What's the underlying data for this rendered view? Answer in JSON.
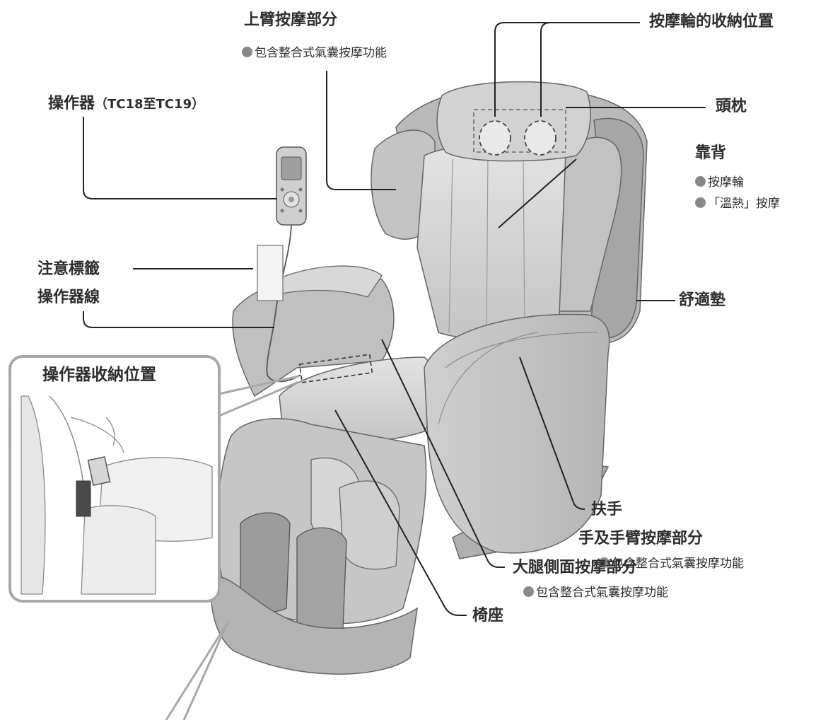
{
  "labels": {
    "upper_arm": {
      "title": "上臂按摩部分",
      "note": "包含整合式氣囊按摩功能"
    },
    "roller_storage": {
      "title": "按摩輪的收納位置"
    },
    "controller": {
      "title": "操作器",
      "model": "（TC18至TC19）"
    },
    "headrest": {
      "title": "頭枕"
    },
    "backrest": {
      "title": "靠背",
      "notes": [
        "按摩輪",
        "「溫熱」按摩"
      ]
    },
    "caution_label": {
      "title": "注意標籤"
    },
    "controller_cord": {
      "title": "操作器線"
    },
    "comfort_pad": {
      "title": "舒適墊"
    },
    "controller_storage": {
      "title": "操作器收納位置"
    },
    "armrest": {
      "title": "扶手",
      "sub": "手及手臂按摩部分",
      "note": "包含整合式氣囊按摩功能"
    },
    "thigh_side": {
      "title": "大腿側面按摩部分",
      "note": "包含整合式氣囊按摩功能"
    },
    "seat": {
      "title": "椅座"
    }
  },
  "colors": {
    "chair_light": "#d9d9d9",
    "chair_mid": "#bdbdbd",
    "chair_dark": "#8f8f8f",
    "line": "#222222",
    "callout": "#a8a8a8",
    "bullet": "#888888"
  }
}
